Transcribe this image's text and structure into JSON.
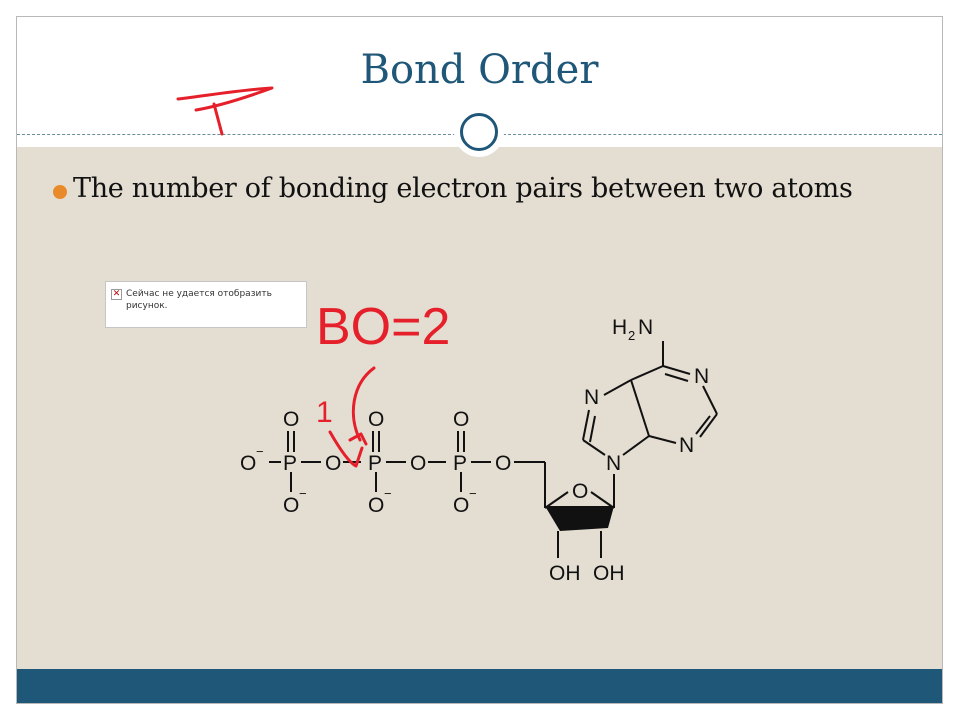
{
  "slide": {
    "title": "Bond Order",
    "bullet": "The number of bonding electron pairs between two atoms"
  },
  "broken_image": {
    "icon": "broken-image-x-icon",
    "message": "Сейчас не удается отобразить рисунок."
  },
  "molecule": {
    "atoms": {
      "oxygen": "O",
      "phosphorus": "P",
      "nitrogen": "N",
      "charge": "−",
      "amine_h": "H",
      "amine_sub": "2",
      "amine_n": "N",
      "hydroxyl": "OH"
    }
  },
  "annotations": {
    "bond_order_label": "BO=2",
    "single_bond_label": "1"
  },
  "colors": {
    "title": "#1f5778",
    "footer": "#1f5778",
    "content_background": "#e4ddd2",
    "bullet": "#e98a2a",
    "ink": "#e5202a"
  }
}
